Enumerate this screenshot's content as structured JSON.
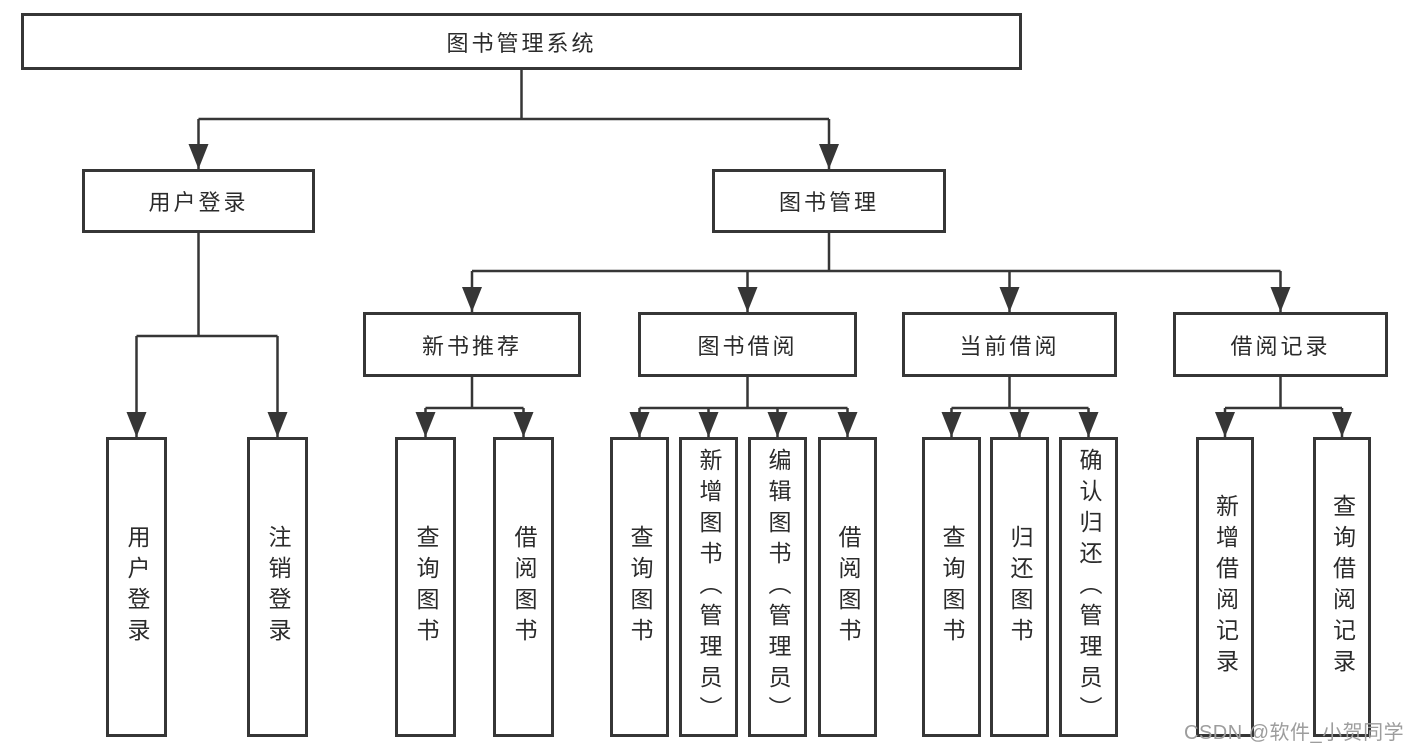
{
  "diagram": {
    "title_node": "图书管理系统",
    "root": {
      "label": "图书管理系统"
    },
    "branches": [
      {
        "label": "用户登录",
        "leaves": [
          "用户登录",
          "注销登录"
        ]
      },
      {
        "label": "图书管理",
        "children": [
          {
            "label": "新书推荐",
            "leaves": [
              "查询图书",
              "借阅图书"
            ]
          },
          {
            "label": "图书借阅",
            "leaves": [
              "查询图书",
              "新增图书（管理员）",
              "编辑图书（管理员）",
              "借阅图书"
            ]
          },
          {
            "label": "当前借阅",
            "leaves": [
              "查询图书",
              "归还图书",
              "确认归还（管理员）"
            ]
          },
          {
            "label": "借阅记录",
            "leaves": [
              "新增借阅记录",
              "查询借阅记录"
            ]
          }
        ]
      }
    ],
    "line_color": "#363636",
    "box_background": "#ffffff",
    "text_color": "#2b2b2b"
  },
  "watermark": {
    "text": "CSDN @软件_小贺同学",
    "color": "#9d9d9d"
  }
}
